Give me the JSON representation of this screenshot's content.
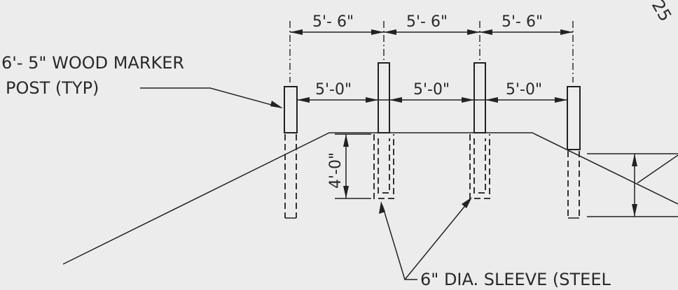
{
  "drawing": {
    "label_post_line1": "6'- 5\" WOOD MARKER",
    "label_post_line2": "POST (TYP)",
    "dim_post_spacing_1": "5'- 6\"",
    "dim_post_spacing_2": "5'- 6\"",
    "dim_post_spacing_3": "5'- 6\"",
    "dim_clear_1": "5'-0\"",
    "dim_clear_2": "5'-0\"",
    "dim_clear_3": "5'-0\"",
    "dim_embed_depth": "4'-0\"",
    "label_sleeve": "6\" DIA. SLEEVE (STEEL",
    "corner_fragment": "25"
  }
}
